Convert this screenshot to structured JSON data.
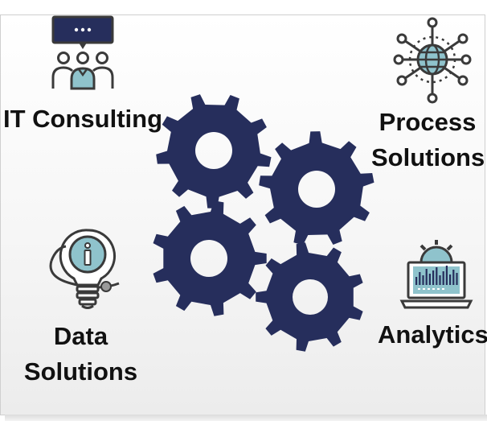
{
  "labels": {
    "it_consulting": "IT Consulting",
    "process_line1": "Process",
    "process_line2": "Solutions",
    "data_line1": "Data",
    "data_line2": "Solutions",
    "analytics": "Analytics"
  },
  "icons": {
    "it_consulting": "team-meeting-icon",
    "process_solutions": "network-globe-icon",
    "data_solutions": "info-lightbulb-icon",
    "analytics": "laptop-chart-icon",
    "center": "gears-icon"
  },
  "colors": {
    "gear": "#262e5c",
    "icon_dark": "#3a3a3a",
    "accent": "#8fc3cc",
    "text": "#111111"
  }
}
